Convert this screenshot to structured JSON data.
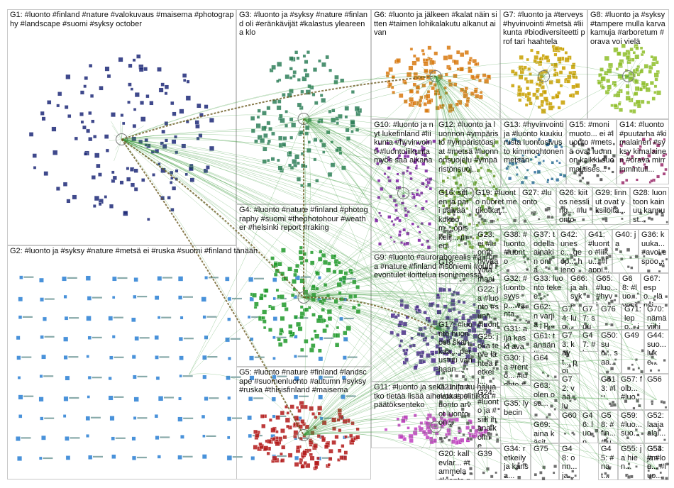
{
  "graph_title": "",
  "groups": [
    {
      "id": "G1",
      "label": "G1: #luonto #finland #nature #valokuvaus #maisema #photography #landscape #suomi #syksy october",
      "color": "#1e2a78"
    },
    {
      "id": "G2",
      "label": "G2: #luonto ja #syksy #nature #metsä ei #ruska #suomi #finland tänään",
      "color": "#2a7fd4"
    },
    {
      "id": "G3",
      "label": "G3: #luonto ja #syksy #nature #finland oli #eränkävijät #kalastus yleareena klo",
      "color": "#2f7f5a"
    },
    {
      "id": "G4",
      "label": "G4: #luonto #nature #finland #photography #suomi #thephotohour #weather #helsinki report #raking",
      "color": "#1f9a2a"
    },
    {
      "id": "G5",
      "label": "G5: #luonto #nature #finland #landscape #suomenluonto #autumn #syksy #ruska #thisisfinland #maisema",
      "color": "#b31a1a"
    },
    {
      "id": "G6",
      "label": "G6: #luonto ja jälkeen #kalat näin sitten #taimen lohikalakutu alkanut aivan",
      "color": "#d97a10"
    },
    {
      "id": "G7",
      "label": "G7: #luonto ja #terveys #hyvinvointi #metsä #liikunta #biodiversiteetti prof tari haahtela",
      "color": "#c8a000"
    },
    {
      "id": "G8",
      "label": "G8: #luonto ja #syksy #tampere mulla karvakamuja #arboretum #orava voi vielä",
      "color": "#8fbf2a"
    },
    {
      "id": "G9",
      "label": "G9: #luonto #auroraborealis #aurora #nature #finland #isoniemi #oulu revontulet iloittelua isoniemessä",
      "color": "#4a2a8a"
    },
    {
      "id": "G10",
      "label": "G10: #luonto ja nyt lukefinland #liikunta #hyvinvointi #luontoliikunta myös saa aikana",
      "color": "#7a1aa0"
    },
    {
      "id": "G11",
      "label": "G11: #luonto ja sekä unifurku haluatko tietää lisää aiheista #politiikka #päätöksenteko",
      "color": "#c040c0"
    },
    {
      "id": "G12",
      "label": "G12: #luonto ja luonnon #ympäristö #ympäristöasiat #metsä #luonnonsuojelu #ympäristönsuoj...",
      "color": "#6a9a2a"
    },
    {
      "id": "G13",
      "label": "G13: #hyvinvointi ja #luonto kuukiurusta luontosivusto kimmoohtonen metsän",
      "color": "#2a6a9a"
    },
    {
      "id": "G14",
      "label": "G14: #luonto #puutarha #kimalainen #syksy kimalainen #orava mirrinmintull...",
      "color": "#9a2a6a"
    },
    {
      "id": "G15",
      "label": "G15: #monimuoto... ei #luonto #metsä ovat luonnon kaikki suomalaises...",
      "color": "#4a4a4a"
    },
    {
      "id": "G16",
      "label": "G16: sitten ja pari päivää kokoom... opiskelij... meni",
      "color": "#555555"
    },
    {
      "id": "G17",
      "label": "G17: #luonto huonosti skankaa... perustuu vanhaan...",
      "color": "#555555"
    },
    {
      "id": "G18",
      "label": "G18:",
      "color": "#555555"
    },
    {
      "id": "G19",
      "label": "G19: #luonto nuoret merikotkat...",
      "color": "#555555"
    },
    {
      "id": "G20",
      "label": "G20: kallevlar... #tammela #luonto palvelee...",
      "color": "#555555"
    },
    {
      "id": "G21",
      "label": "G21: ja arvokas #luonto arvot luontoon...",
      "color": "#555555"
    },
    {
      "id": "G22",
      "label": "G22: ja #luonto #sunn... #luonto ulkoi...",
      "color": "#555555"
    },
    {
      "id": "G23",
      "label": "G23: ei #luonto hyvää yötä maail...",
      "color": "#555555"
    },
    {
      "id": "G24",
      "label": "G24: #luonto ja #siili ihana kolme...",
      "color": "#555555"
    },
    {
      "id": "G25",
      "label": "G25: joka terve lähteä retkeil...",
      "color": "#555555"
    },
    {
      "id": "G26",
      "label": "G26: kiitos nessling... #luonto",
      "color": "#555555"
    },
    {
      "id": "G27",
      "label": "G27: #luonto",
      "color": "#555555"
    },
    {
      "id": "G28",
      "label": "G28: luontoon kainuu kannust...",
      "color": "#555555"
    },
    {
      "id": "G29",
      "label": "G29: linnut ovat yksilöitä...",
      "color": "#555555"
    },
    {
      "id": "G30",
      "label": "G30: ja #rento... #luonto #mets...",
      "color": "#555555"
    },
    {
      "id": "G31",
      "label": "G31: aija kaski avaa...",
      "color": "#555555"
    },
    {
      "id": "G32",
      "label": "G32: #luonto syysp... vanta...",
      "color": "#555555"
    },
    {
      "id": "G33",
      "label": "G33: luonto tekee...",
      "color": "#555555"
    },
    {
      "id": "G34",
      "label": "G34: retkeily ja kansa...",
      "color": "#555555"
    },
    {
      "id": "G35",
      "label": "G35: lybecin",
      "color": "#555555"
    },
    {
      "id": "G36",
      "label": "G36: kuuka... #avoi espoo...",
      "color": "#555555"
    },
    {
      "id": "G37",
      "label": "G37: todella ainakin oma...",
      "color": "#555555"
    },
    {
      "id": "G38",
      "label": "G38: #luonto #luonto",
      "color": "#555555"
    },
    {
      "id": "G39",
      "label": "G39",
      "color": "#555555"
    },
    {
      "id": "G40",
      "label": "G40: ja",
      "color": "#555555"
    },
    {
      "id": "G41",
      "label": "G41: #luonto #liiku... #lappi...",
      "color": "#555555"
    },
    {
      "id": "G42",
      "label": "G42: unesc... geop... hienoj...",
      "color": "#555555"
    },
    {
      "id": "G43",
      "label": "G43: #luo...",
      "color": "#555555"
    },
    {
      "id": "G44",
      "label": "G44: suo... luke...",
      "color": "#555555"
    },
    {
      "id": "G45",
      "label": "G45: #nat... #nat...",
      "color": "#555555"
    },
    {
      "id": "G46",
      "label": "G46: luon... suo...",
      "color": "#555555"
    },
    {
      "id": "G47",
      "label": "G47: #luo...",
      "color": "#555555"
    },
    {
      "id": "G48",
      "label": "G48: onn... ja...",
      "color": "#555555"
    },
    {
      "id": "G49",
      "label": "G49",
      "color": "#555555"
    },
    {
      "id": "G50",
      "label": "G50: suo... saa...",
      "color": "#555555"
    },
    {
      "id": "G51",
      "label": "G51",
      "color": "#555555"
    },
    {
      "id": "G52",
      "label": "G52: laaja alai...",
      "color": "#555555"
    },
    {
      "id": "G53",
      "label": "G53: #me... #luo...",
      "color": "#555555"
    },
    {
      "id": "G54",
      "label": "G54: ja #lon...",
      "color": "#555555"
    },
    {
      "id": "G55",
      "label": "G55: ja hien...",
      "color": "#555555"
    },
    {
      "id": "G56",
      "label": "G56",
      "color": "#555555"
    },
    {
      "id": "G57",
      "label": "G57: folb... #luo...",
      "color": "#555555"
    },
    {
      "id": "G58",
      "label": "G58: #fin... #luo...",
      "color": "#555555"
    },
    {
      "id": "G59",
      "label": "G59: #luo... suo...",
      "color": "#555555"
    },
    {
      "id": "G60",
      "label": "G60",
      "color": "#555555"
    },
    {
      "id": "G61",
      "label": "G61: tänään tänn...",
      "color": "#555555"
    },
    {
      "id": "G62",
      "label": "G62: n varjia j p...",
      "color": "#555555"
    },
    {
      "id": "G63",
      "label": "G63: olen osa...",
      "color": "#555555"
    },
    {
      "id": "G64",
      "label": "G64",
      "color": "#555555"
    },
    {
      "id": "G65",
      "label": "G65: #luo... #hyvi...",
      "color": "#555555"
    },
    {
      "id": "G66",
      "label": "G66: ja ah syks...",
      "color": "#555555"
    },
    {
      "id": "G67",
      "label": "G67: espo... länsi...",
      "color": "#555555"
    },
    {
      "id": "G68",
      "label": "G68: #luo... vesill...",
      "color": "#555555"
    },
    {
      "id": "G69",
      "label": "G69: aina käsit...",
      "color": "#555555"
    },
    {
      "id": "G70",
      "label": "G70: nämä viihir...",
      "color": "#555555"
    },
    {
      "id": "G71",
      "label": "G71: lepo... ja",
      "color": "#555555"
    },
    {
      "id": "G72",
      "label": "G72: vää... luo...",
      "color": "#555555"
    },
    {
      "id": "G73",
      "label": "G73: käyt... poja...",
      "color": "#555555"
    },
    {
      "id": "G74",
      "label": "G74: luo... yle...",
      "color": "#555555"
    },
    {
      "id": "G75",
      "label": "G75",
      "color": "#555555"
    },
    {
      "id": "G76",
      "label": "G76",
      "color": "#555555"
    },
    {
      "id": "G77",
      "label": "G77: suur... osa...",
      "color": "#555555"
    }
  ]
}
